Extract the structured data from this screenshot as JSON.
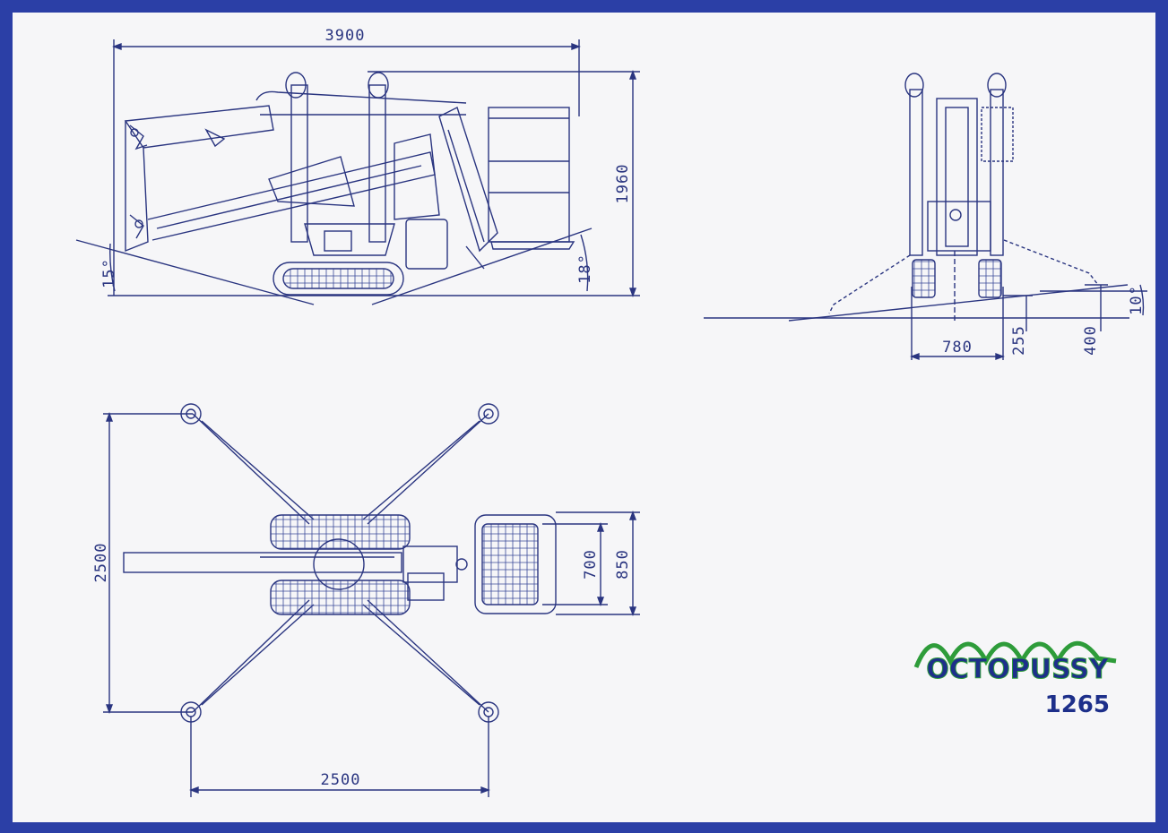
{
  "dimensions": {
    "side_length": "3900",
    "side_height": "1960",
    "side_angle_left": "15°",
    "side_angle_right": "18°",
    "front_width": "780",
    "front_clearance": "255",
    "front_outrigger": "400",
    "front_angle": "10°",
    "top_spread_y": "2500",
    "top_spread_x": "2500",
    "basket_inner": "700",
    "basket_outer": "850"
  },
  "logo": {
    "name": "OCTOPUSSY",
    "model": "1265",
    "name_color": "#1d2f8a",
    "accent_color": "#2e9c3a"
  },
  "colors": {
    "frame": "#2b3fa6",
    "ink": "#2a3580"
  }
}
